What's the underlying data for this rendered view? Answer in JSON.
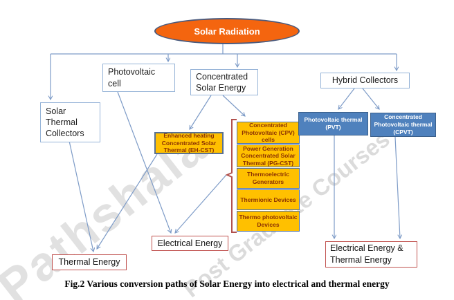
{
  "figure": {
    "root_label": "Solar Radiation",
    "collectors": {
      "solar_thermal": "Solar Thermal Collectors",
      "photovoltaic_cell": "Photovoltaic cell",
      "concentrated_solar": "Concentrated Solar Energy",
      "hybrid": "Hybrid Collectors"
    },
    "technologies": {
      "eh_cst": "Enhanced heating Concentrated Solar Thermal (EH-CST)",
      "stack": [
        "Concentrated Photovoltaic (CPV) cells",
        "Power Generation Concentrated Solar Thermal (PG-CST)",
        "Thermoelectric Generators",
        "Thermionic Devices",
        "Thermo photovoltaic Devices"
      ],
      "pvt": "Photovoltaic thermal (PVT)",
      "cpvt": "Concentrated Photovoltaic thermal (CPVT)"
    },
    "outputs": {
      "thermal": "Thermal Energy",
      "electrical": "Electrical Energy",
      "both": "Electrical Energy & Thermal Energy"
    },
    "caption": "Fig.2 Various conversion paths of Solar Energy into electrical and thermal energy",
    "watermark": {
      "line1": "Pathshala",
      "line2": "Post Graduate Courses"
    },
    "colors": {
      "ellipse_fill": "#f4650f",
      "gold_fill": "#ffc000",
      "gold_text": "#8b3103",
      "blue_fill": "#4f81bd",
      "connector_line": "#7d9bc7",
      "output_border": "#c0504d",
      "plain_border": "#95b3d7",
      "bracket": "#b2524e"
    }
  }
}
